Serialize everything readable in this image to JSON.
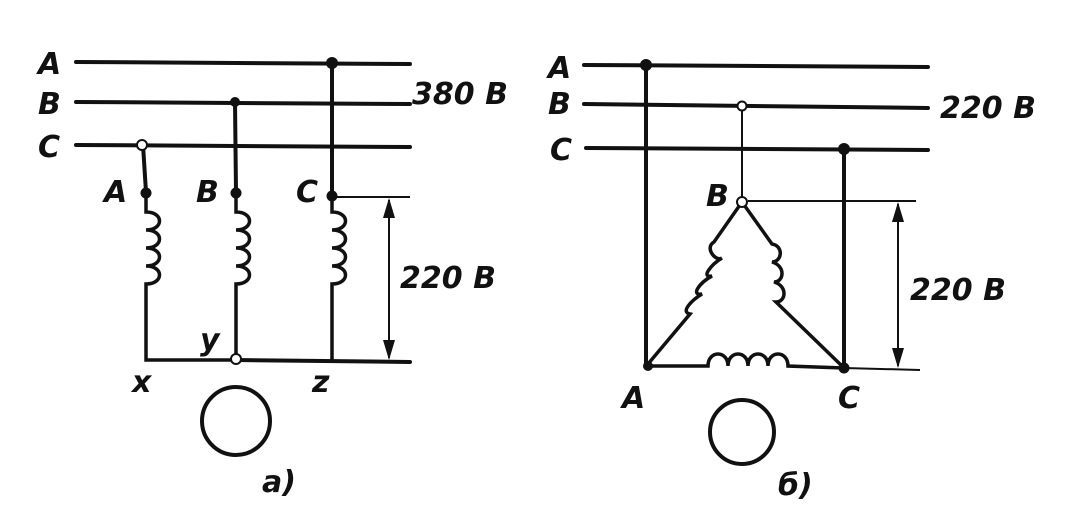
{
  "diagram_a": {
    "line_labels": [
      "A",
      "B",
      "C"
    ],
    "line_voltage": "380 B",
    "winding_start_labels": [
      "A",
      "B",
      "C"
    ],
    "winding_end_labels": [
      "x",
      "y",
      "z"
    ],
    "phase_voltage": "220 B",
    "caption": "а)"
  },
  "diagram_b": {
    "line_labels": [
      "A",
      "B",
      "C"
    ],
    "line_voltage": "220 B",
    "vertex_labels": [
      "B",
      "A",
      "C"
    ],
    "phase_voltage": "220 B",
    "caption": "б)"
  }
}
